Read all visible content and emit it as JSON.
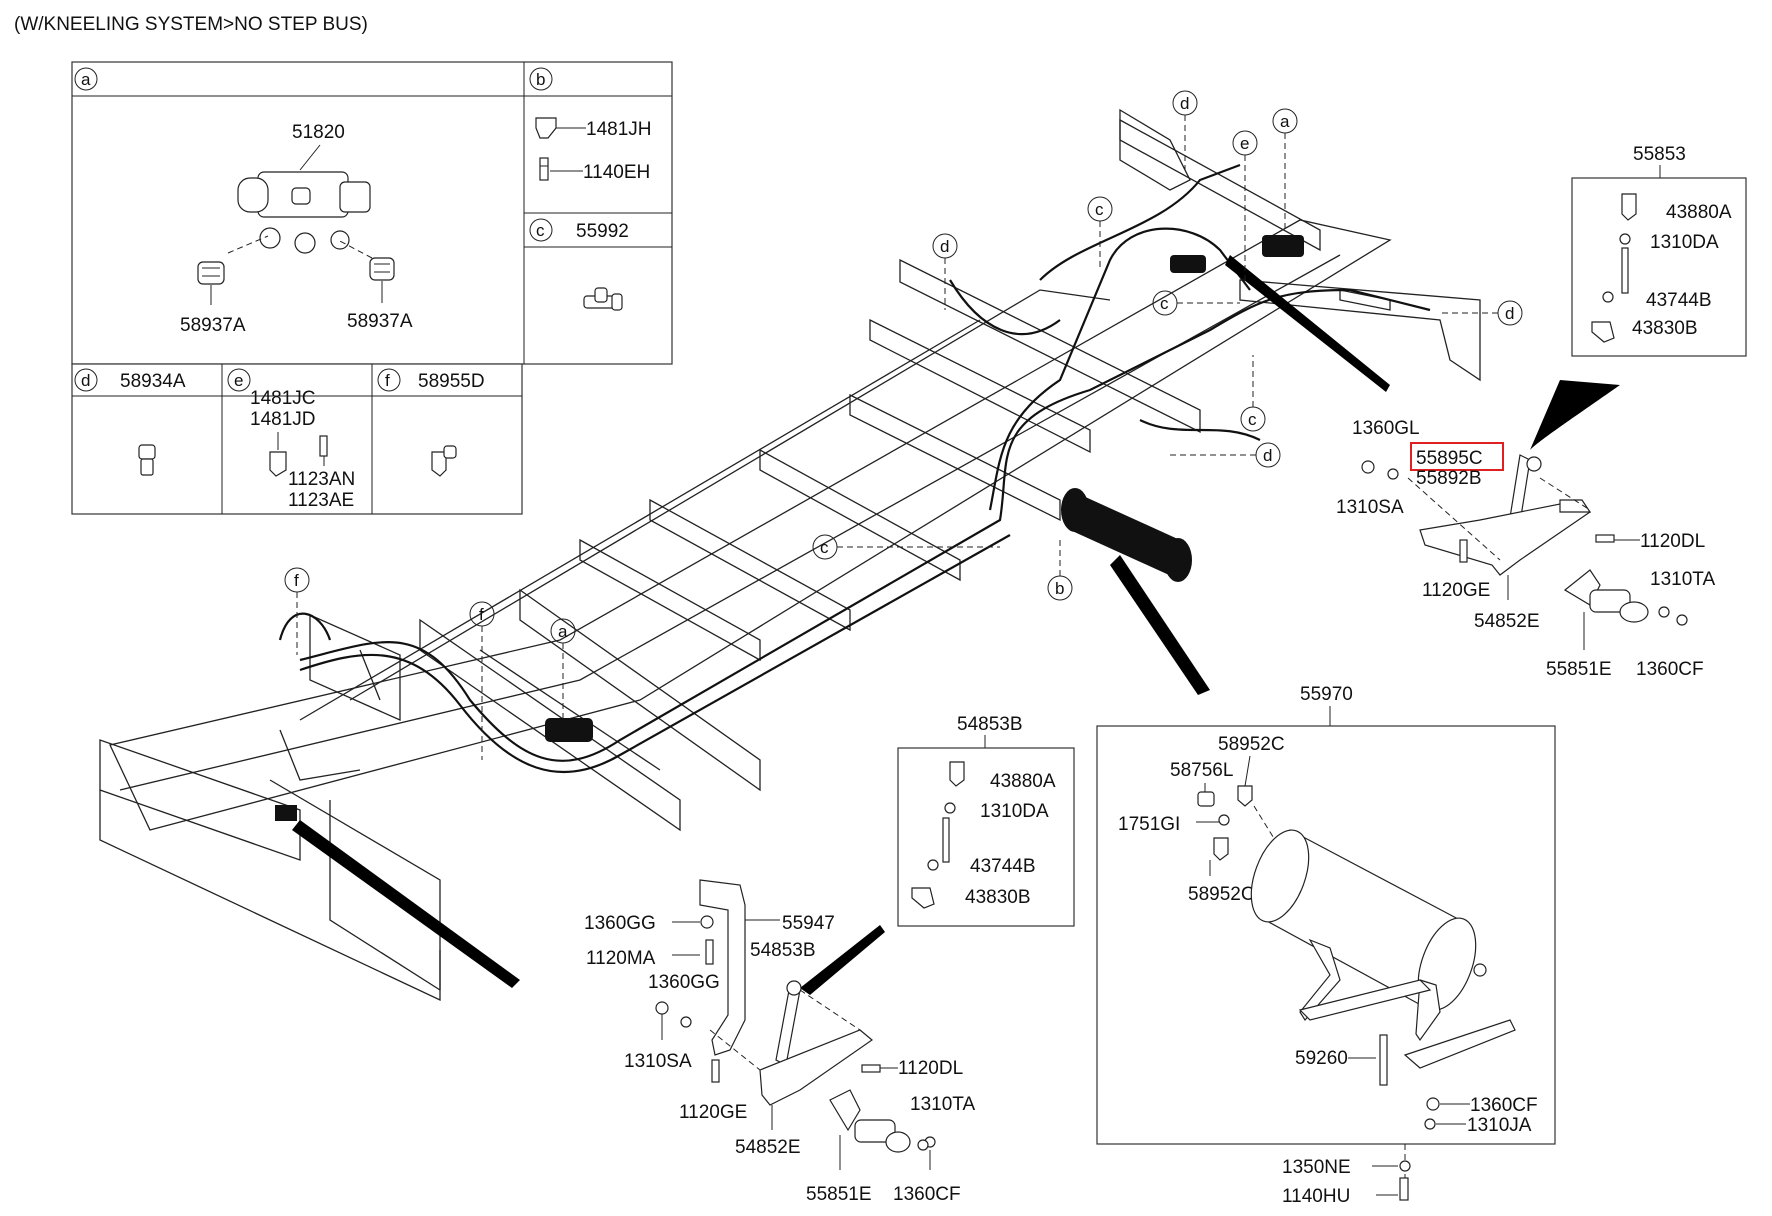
{
  "caption": "(W/KNEELING SYSTEM>NO STEP BUS)",
  "callouts": {
    "a": "a",
    "b": "b",
    "c": "c",
    "d": "d",
    "e": "e",
    "f": "f"
  },
  "box_a": {
    "letter": "a",
    "part": "51820",
    "fitting_left": "58937A",
    "fitting_right": "58937A"
  },
  "box_b": {
    "letter": "b",
    "clip": "1481JH",
    "screw": "1140EH"
  },
  "box_c": {
    "letter": "c",
    "part": "55992"
  },
  "box_d": {
    "letter": "d",
    "part": "58934A"
  },
  "box_e": {
    "letter": "e",
    "clip1": "1481JC",
    "clip2": "1481JD",
    "bolt1": "1123AN",
    "bolt2": "1123AE"
  },
  "box_f": {
    "letter": "f",
    "part": "58955D"
  },
  "rod_assy_top": {
    "title": "55853",
    "items": [
      "43880A",
      "1310DA",
      "43744B",
      "43830B"
    ]
  },
  "rod_assy_bottom": {
    "title": "54853B",
    "items": [
      "43880A",
      "1310DA",
      "43744B",
      "43830B"
    ]
  },
  "front_valve": {
    "nut_upper": "1360GL",
    "highlight": "55895C",
    "rod": "55892B",
    "nut_lower": "1310SA",
    "bolt_right": "1120DL",
    "nut_right": "1310TA",
    "bolt_left": "1120GE",
    "bracket": "54852E",
    "valve": "55851E",
    "nut_bottom": "1360CF"
  },
  "rear_valve": {
    "nut1": "1360GG",
    "bracket": "55947",
    "bolt1": "1120MA",
    "rod": "54853B",
    "nut2": "1360GG",
    "nut3": "1310SA",
    "bolt2": "1120DL",
    "bolt3": "1120GE",
    "nut4": "1310TA",
    "link": "54852E",
    "valve": "55851E",
    "nut5": "1360CF"
  },
  "tank_box": {
    "title": "55970",
    "items": {
      "elbow_top": "58952C",
      "plug": "58756L",
      "washer": "1751GI",
      "elbow_bottom": "58952C",
      "bolt": "59260",
      "nut": "1360CF",
      "nut2": "1310JA"
    }
  },
  "below_tank": {
    "washer": "1350NE",
    "bolt": "1140HU"
  },
  "colors": {
    "highlight": "#e02020",
    "ink": "#111111"
  }
}
